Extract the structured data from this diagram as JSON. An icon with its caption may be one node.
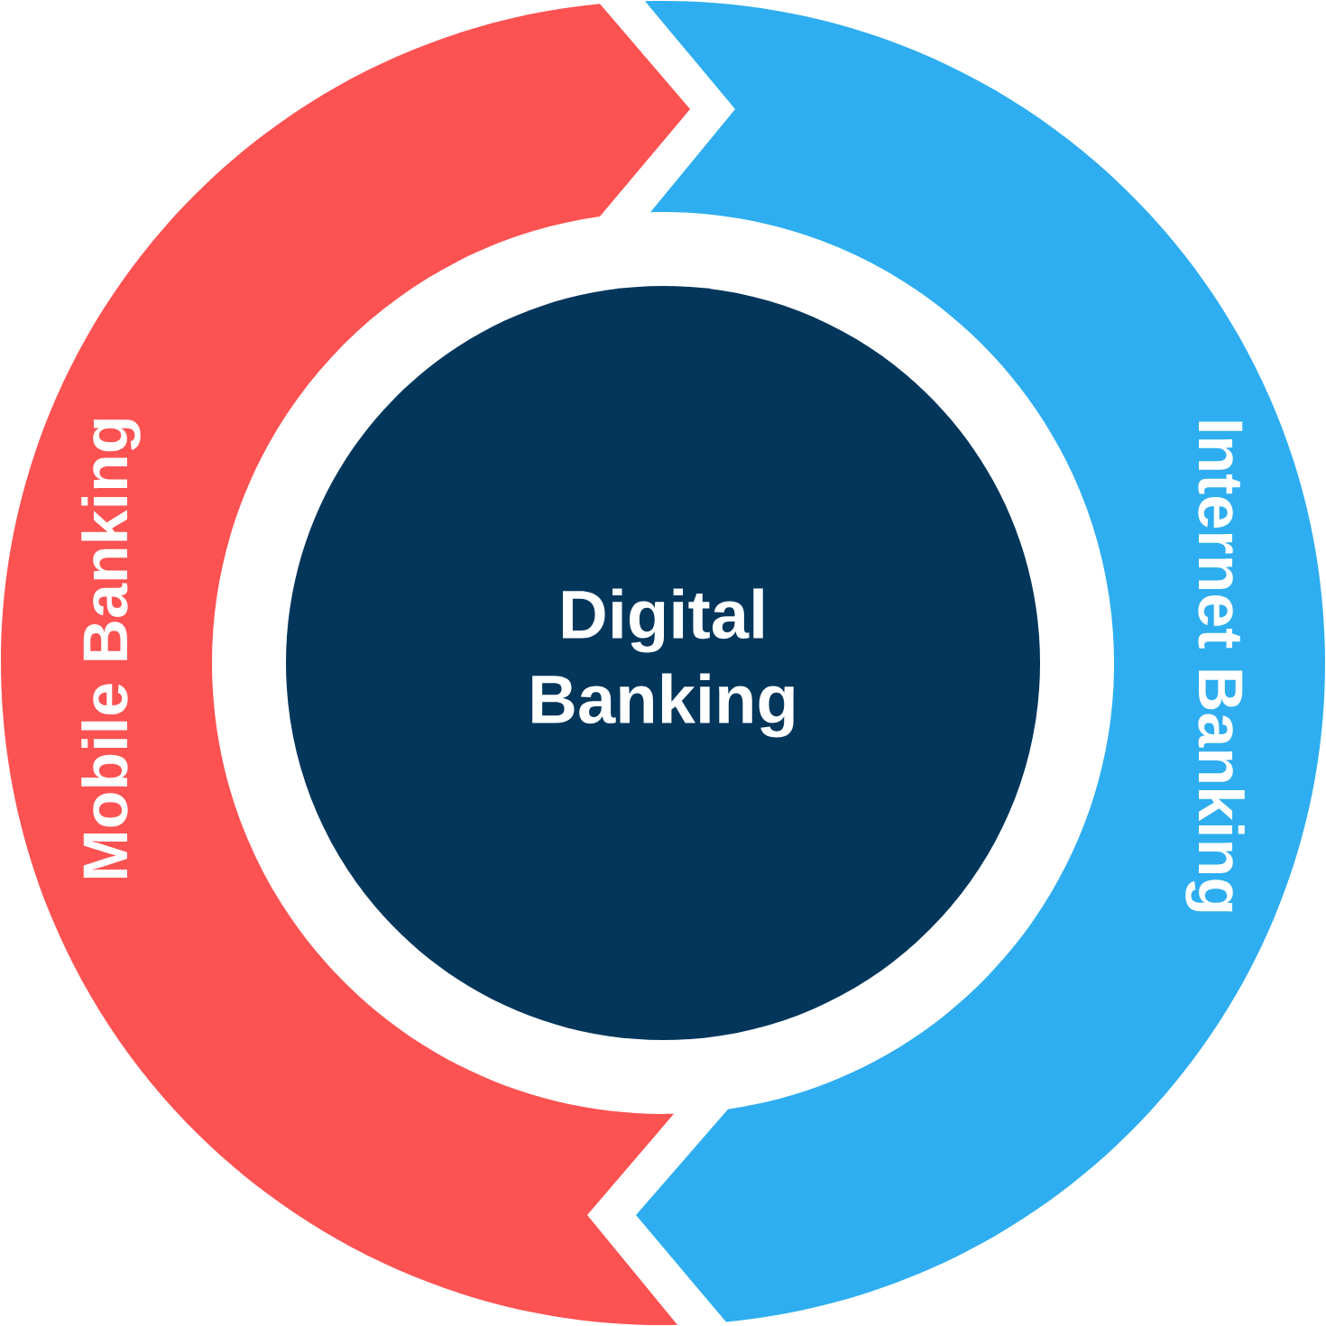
{
  "diagram": {
    "nodes": [
      {
        "text": [
          "Digital Banking"
        ]
      },
      {
        "text": [
          "Mobile Banking"
        ]
      },
      {
        "text": [
          "Internet Banking"
        ]
      }
    ]
  }
}
